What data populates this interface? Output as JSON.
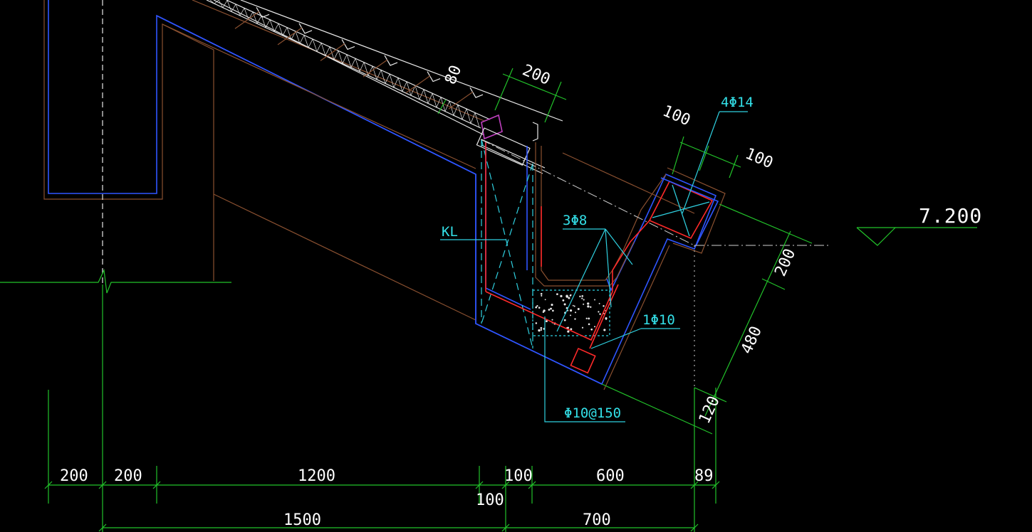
{
  "elevation": {
    "value": "7.200"
  },
  "labels": {
    "beam": "KL",
    "top_bars": "4Φ14",
    "gutter_bars": "3Φ8",
    "edge_bar": "1Φ10",
    "stirrups": "Φ10@150"
  },
  "dimensions": {
    "roof_thickness": "80",
    "gutter_top_width": "200",
    "upstand_left": "100",
    "upstand_right": "100",
    "upstand_height": "200",
    "beam_depth": "480",
    "slab_thickness": "120",
    "bottom_row_1": [
      "200",
      "200",
      "1200",
      "100",
      "600",
      "89"
    ],
    "bottom_mid": "100",
    "bottom_row_2": [
      "1500",
      "700"
    ]
  },
  "colors": {
    "dimension": "#22c22a",
    "concrete_outline": "#2f55ff",
    "reinforcement": "#ff2a2a",
    "leader": "#2fd0e0",
    "finish": "#8a5030",
    "background": "#000000"
  }
}
